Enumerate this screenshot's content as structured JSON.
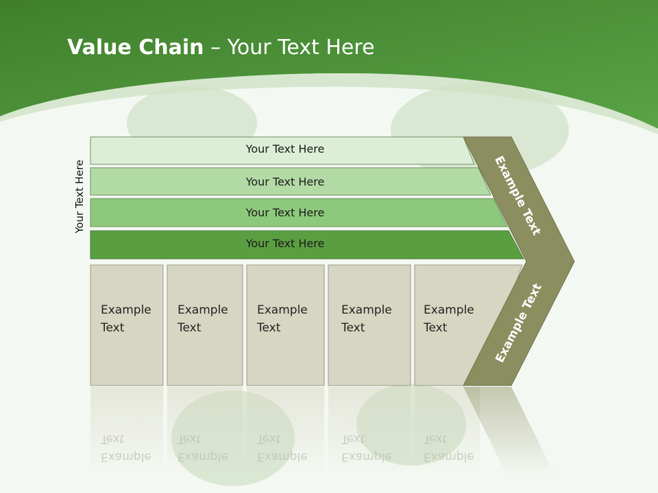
{
  "slide": {
    "title_bold": "Value Chain",
    "title_rest": " – Your Text Here",
    "vertical_label": "Your Text Here"
  },
  "bars": [
    {
      "label": "Your Text Here",
      "color": "#ddeed6"
    },
    {
      "label": "Your Text Here",
      "color": "#b2daa5"
    },
    {
      "label": "Your Text Here",
      "color": "#8dc97b"
    },
    {
      "label": "Your Text Here",
      "color": "#5a9e42"
    }
  ],
  "columns": [
    {
      "label": "Example\nText"
    },
    {
      "label": "Example\nText"
    },
    {
      "label": "Example\nText"
    },
    {
      "label": "Example\nText"
    },
    {
      "label": "Example\nText"
    }
  ],
  "chevron": {
    "upper_label": "Example Text",
    "lower_label": "Example Text",
    "color": "#8b8e5f"
  },
  "colors": {
    "header_green": "#4a8c35",
    "column_fill": "#d6d6c2"
  }
}
